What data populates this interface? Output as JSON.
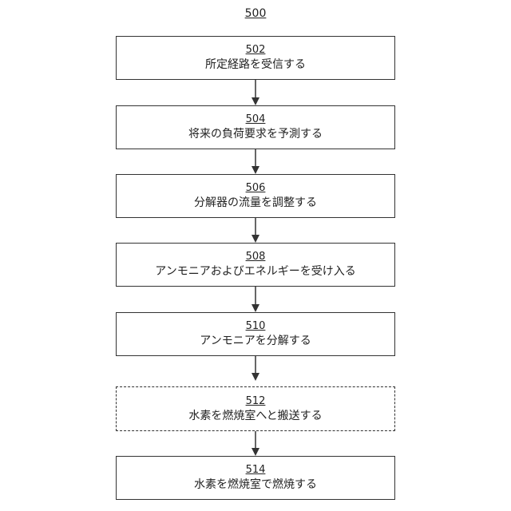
{
  "figure": {
    "label": "500"
  },
  "steps": [
    {
      "number": "502",
      "text": "所定経路を受信する",
      "dashed": false
    },
    {
      "number": "504",
      "text": "将来の負荷要求を予測する",
      "dashed": false
    },
    {
      "number": "506",
      "text": "分解器の流量を調整する",
      "dashed": false
    },
    {
      "number": "508",
      "text": "アンモニアおよびエネルギーを受け入る",
      "dashed": false
    },
    {
      "number": "510",
      "text": "アンモニアを分解する",
      "dashed": false
    },
    {
      "number": "512",
      "text": "水素を燃焼室へと搬送する",
      "dashed": true
    },
    {
      "number": "514",
      "text": "水素を燃焼室で燃焼する",
      "dashed": false
    }
  ]
}
